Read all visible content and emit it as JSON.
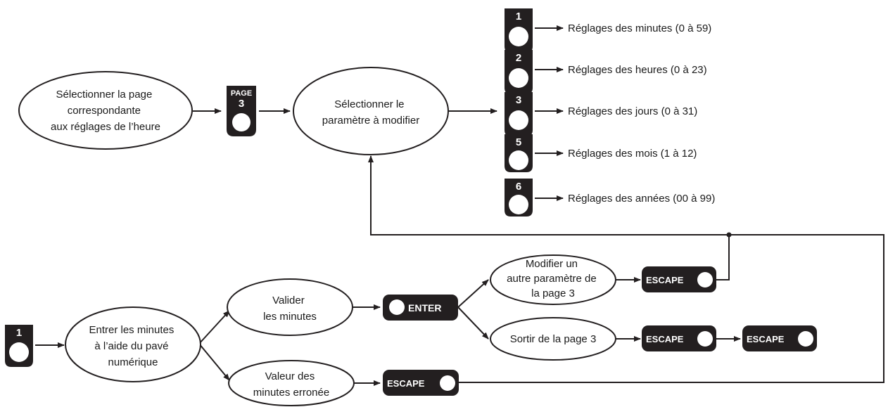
{
  "ellipses": {
    "select_page": [
      "Sélectionner la page",
      "correspondante",
      "aux réglages de l’heure"
    ],
    "select_param": [
      "Sélectionner le",
      "paramètre à modifier"
    ],
    "enter_minutes": [
      "Entrer les minutes",
      "à l’aide du pavé",
      "numérique"
    ],
    "validate": [
      "Valider",
      "les minutes"
    ],
    "error_value": [
      "Valeur des",
      "minutes erronée"
    ],
    "modify_other": [
      "Modifier un",
      "autre paramètre de",
      "la page 3"
    ],
    "exit_page": [
      "Sortir de la page 3"
    ]
  },
  "keys": {
    "page_top": "PAGE",
    "page_num": "3",
    "minutes": "1",
    "hours": "2",
    "days": "3",
    "months": "5",
    "years": "6",
    "start": "1",
    "enter": "ENTER",
    "escape": "ESCAPE"
  },
  "settings": [
    "Réglages des minutes (0 à 59)",
    "Réglages des heures  (0 à 23)",
    "Réglages des jours (0 à 31)",
    "Réglages des mois (1 à 12)",
    "Réglages des années (00 à 99)"
  ],
  "colors": {
    "key": "#231f20",
    "line": "#231f20",
    "text": "#1a1a1a"
  }
}
